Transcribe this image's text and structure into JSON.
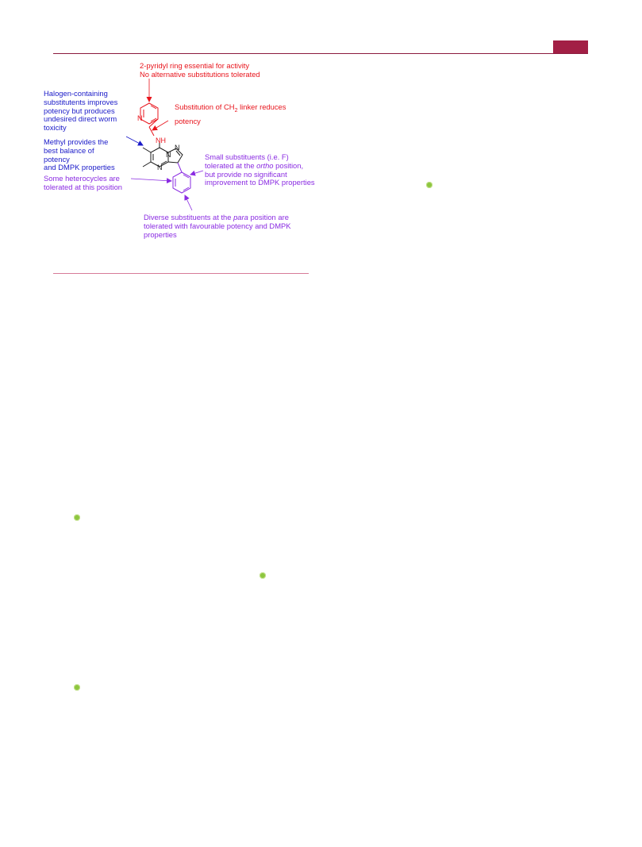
{
  "colors": {
    "header_rule": "#8b1a3e",
    "header_tab": "#a21f45",
    "figure_rule": "#d77b98",
    "red": "#e8141c",
    "blue": "#1a1ac8",
    "purple": "#8a2be2",
    "structure": "#1a1a1a",
    "marker": "#8dc63f"
  },
  "figure": {
    "pyridyl_note": {
      "line1": "2-pyridyl ring essential for activity",
      "line2": "No alternative substitutions tolerated"
    },
    "halogen_note": {
      "lines": [
        "Halogen-containing",
        "substitutents improves",
        "potency but produces",
        "undesired direct worm",
        "toxicity"
      ]
    },
    "linker_note": {
      "prefix": "Substitution of CH",
      "subscript": "2",
      "suffix": " linker reduces",
      "line2": "potency"
    },
    "methyl_note": {
      "lines": [
        "Methyl provides the",
        "best balance of",
        "potency",
        "and DMPK properties"
      ]
    },
    "heterocycle_note": {
      "lines": [
        "Some heterocycles are",
        "tolerated at this position"
      ]
    },
    "small_subst_note": {
      "line1": "Small substituents (i.e. F)",
      "line2_pre": "tolerated at the ",
      "line2_italic": "ortho",
      "line2_post": " position,",
      "line3": "but provide no significant",
      "line4": "improvement to DMPK properties"
    },
    "para_note": {
      "line1_pre": "Diverse substituents at the ",
      "line1_italic": "para",
      "line1_post": " position are",
      "line2": "tolerated with favourable potency and DMPK",
      "line3": "properties"
    },
    "atoms": {
      "pyridine_n": "N",
      "amine_nh": "NH",
      "ring_n_top": "N",
      "ring_n_mid": "N",
      "ring_n_bottom": "N"
    }
  },
  "markers": [
    "marker",
    "marker",
    "marker",
    "marker"
  ]
}
